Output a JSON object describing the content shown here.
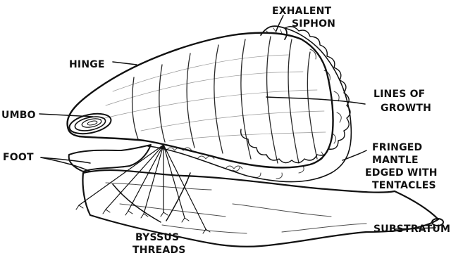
{
  "colors": {
    "ink": "#111111",
    "paper": "#ffffff"
  },
  "labels": {
    "exhalent_siphon": [
      "EXHALENT",
      "SIPHON"
    ],
    "hinge": "HINGE",
    "umbo": "UMBO",
    "lines_of_growth": [
      "LINES OF",
      "GROWTH"
    ],
    "foot": "FOOT",
    "fringed_mantle": [
      "FRINGED",
      "MANTLE",
      "EDGED WITH",
      "TENTACLES"
    ],
    "byssus_threads": [
      "BYSSUS",
      "THREADS"
    ],
    "substratum": "SUBSTRATUM"
  }
}
